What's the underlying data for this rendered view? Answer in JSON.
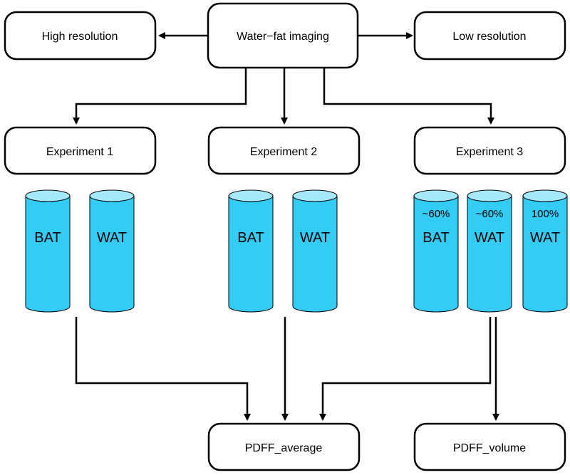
{
  "colors": {
    "cylinder_fill": "#33ccf5",
    "cylinder_top": "#a6e9fb",
    "stroke": "#000000",
    "background": "#ffffff"
  },
  "boxes": {
    "water_fat": "Water−fat imaging",
    "high_res": "High resolution",
    "low_res": "Low resolution",
    "exp1": "Experiment 1",
    "exp2": "Experiment 2",
    "exp3": "Experiment 3",
    "pdff_average": "PDFF_average",
    "pdff_volume": "PDFF_volume"
  },
  "cylinders": {
    "e1_bat": {
      "label": "BAT"
    },
    "e1_wat": {
      "label": "WAT"
    },
    "e2_bat": {
      "label": "BAT"
    },
    "e2_wat": {
      "label": "WAT"
    },
    "e3_bat": {
      "pct": "~60%",
      "label": "BAT"
    },
    "e3_wat60": {
      "pct": "~60%",
      "label": "WAT"
    },
    "e3_wat100": {
      "pct": "100%",
      "label": "WAT"
    }
  }
}
